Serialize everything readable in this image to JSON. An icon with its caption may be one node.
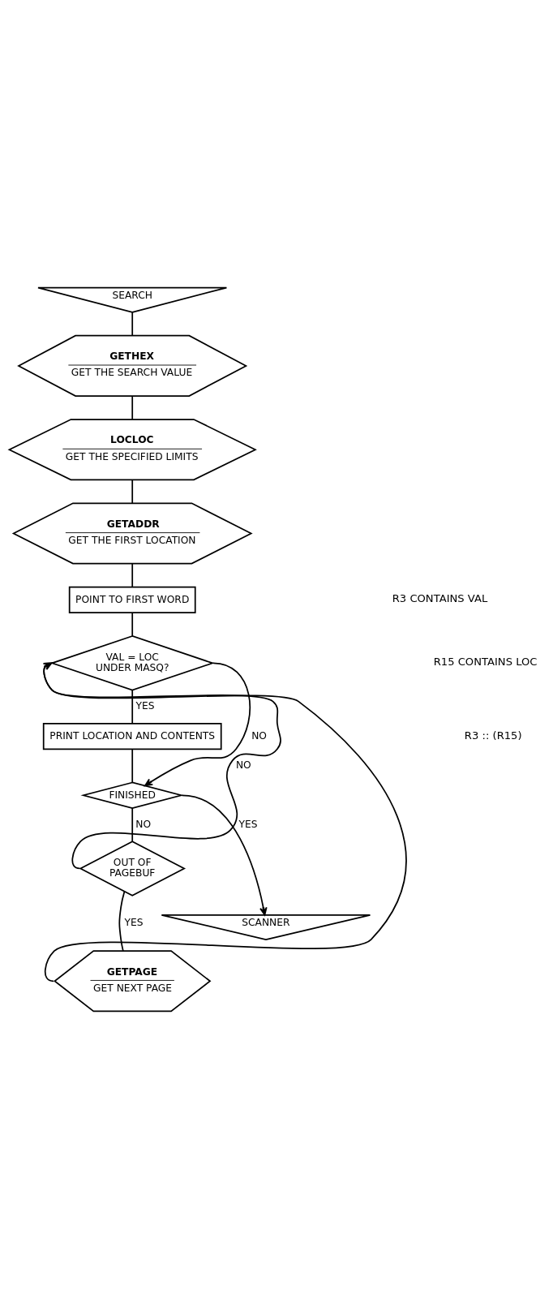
{
  "diagram": {
    "nodes": [
      {
        "text": [
          "SEARCH"
        ]
      },
      {
        "text": [
          "GETHEX",
          "GET THE SEARCH VALUE"
        ]
      },
      {
        "text": [
          "LOCLOC",
          "GET THE SPECIFIED LIMITS"
        ]
      },
      {
        "text": [
          "GETADDR",
          "GET THE FIRST LOCATION"
        ]
      },
      {
        "text": [
          "POINT TO FIRST WORD"
        ]
      },
      {
        "text": [
          "VAL = LOC UNDER MASQ?"
        ]
      },
      {
        "text": [
          "PRINT LOCATION AND CONTENTS"
        ]
      },
      {
        "text": [
          "FINISHED"
        ]
      },
      {
        "text": [
          "OUT OF PAGEBUF"
        ]
      },
      {
        "text": [
          "GETPAGE",
          "GET NEXT PAGE"
        ]
      },
      {
        "text": [
          "SCANNER"
        ]
      }
    ],
    "edges": [
      {
        "from": 0,
        "to": 1,
        "arrow": "none"
      },
      {
        "from": 1,
        "to": 2,
        "arrow": "none"
      },
      {
        "from": 2,
        "to": 3,
        "arrow": "none"
      },
      {
        "from": 3,
        "to": 4,
        "arrow": "none"
      },
      {
        "from": 4,
        "to": 5,
        "arrow": "none"
      },
      {
        "from": 5,
        "to": 6,
        "arrow": "none",
        "label": "YES"
      },
      {
        "from": 5,
        "to": 7,
        "arrow": "to",
        "label": "NO"
      },
      {
        "from": 6,
        "to": 7,
        "arrow": "none"
      },
      {
        "from": 7,
        "to": 10,
        "arrow": "to",
        "label": "YES"
      },
      {
        "from": 7,
        "to": 8,
        "arrow": "none",
        "label": "NO"
      },
      {
        "from": 8,
        "to": 5,
        "arrow": "to",
        "label": "NO"
      },
      {
        "from": 8,
        "to": 9,
        "arrow": "none",
        "label": "YES"
      },
      {
        "from": 9,
        "to": 5,
        "arrow": "to"
      }
    ],
    "labels": [
      "R3 CONTAINS VAL",
      "R15 CONTAINS LOC",
      "R3 :: (R15)"
    ]
  }
}
